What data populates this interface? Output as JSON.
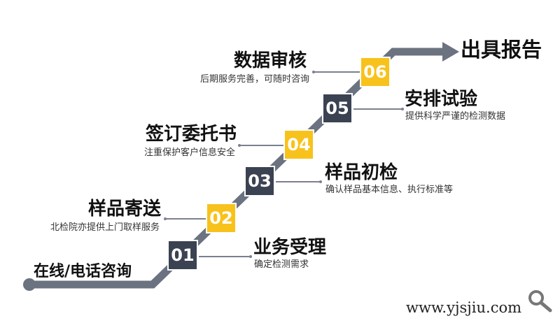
{
  "start_label": "在线/电话咨询",
  "end_label": "出具报告",
  "steps": [
    {
      "number": "01",
      "title": "业务受理",
      "subtitle": "确定检测需求"
    },
    {
      "number": "02",
      "title": "样品寄送",
      "subtitle": "北检院亦提供上门取样服务"
    },
    {
      "number": "03",
      "title": "样品初检",
      "subtitle": "确认样品基本信息、执行标准等"
    },
    {
      "number": "04",
      "title": "签订委托书",
      "subtitle": "注重保护客户信息安全"
    },
    {
      "number": "05",
      "title": "安排试验",
      "subtitle": "提供科学严谨的检测数据"
    },
    {
      "number": "06",
      "title": "数据审核",
      "subtitle": "后期服务完善，可随时咨询"
    }
  ],
  "watermark": "www.yjsjiu.com",
  "colors": {
    "path": "#6b7280",
    "dark": "#3b4252",
    "yellow": "#f8c21c"
  }
}
